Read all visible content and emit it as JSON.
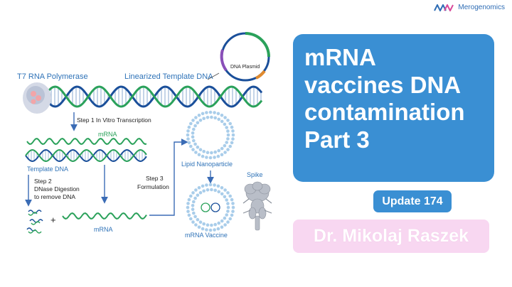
{
  "brand": {
    "name": "Merogenomics"
  },
  "title": {
    "lines": [
      "mRNA",
      "vaccines DNA",
      "contamination",
      "Part 3"
    ]
  },
  "update_badge": "Update 174",
  "author": "Dr. Mikolaj Raszek",
  "diagram": {
    "polymerase_label": "T7 RNA Polymerase",
    "template_label": "Linearized Template DNA",
    "plasmid_label": "DNA Plasmid",
    "step1": "Step 1  In Vitro Transcription",
    "mrna_label_top": "mRNA",
    "template_dna_label": "Template DNA",
    "step2_lines": [
      "Step 2",
      "DNase Digestion",
      "to remove DNA"
    ],
    "plus": "+",
    "mrna_label_bottom": "mRNA",
    "step3_lines": [
      "Step 3",
      "Formulation"
    ],
    "lnp_label": "Lipid Nanoparticle",
    "vaccine_label": "mRNA Vaccine",
    "spike_label": "Spike"
  },
  "colors": {
    "title_bg": "#3a8fd3",
    "author_bg": "#f8d7f1",
    "dna_blue": "#1a4f9a",
    "mrna_green": "#2aa15a",
    "label_blue": "#2f73b8",
    "arrow_blue": "#3b6cb5"
  }
}
